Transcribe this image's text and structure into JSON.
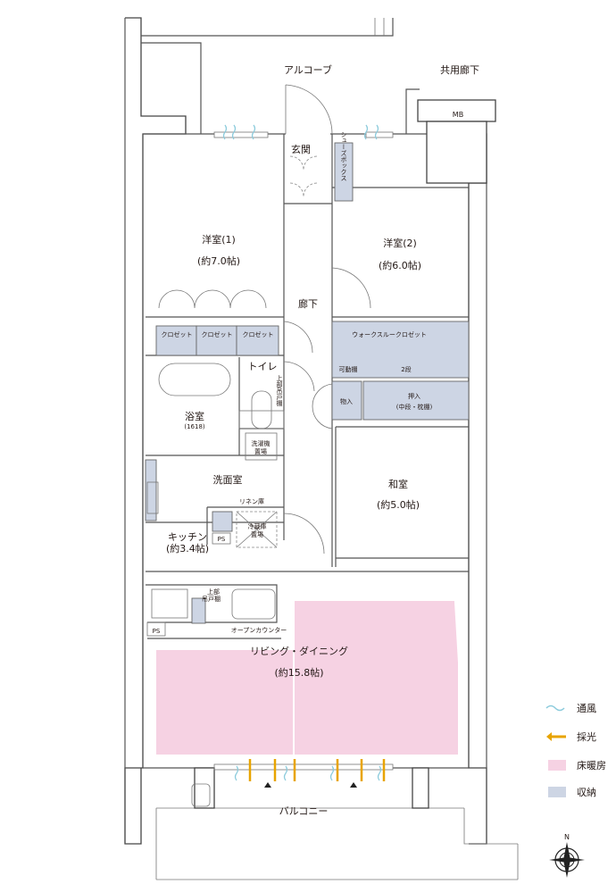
{
  "colors": {
    "storage": "#cdd5e4",
    "floor_heating": "#f6d2e3",
    "light": "#e8a400",
    "wind": "#8ccbdc"
  },
  "areas": {
    "alcove": "アルコーブ",
    "common_corridor": "共用廊下",
    "mb": "MB",
    "entrance": "玄関",
    "shoe_box": "シューズボックス",
    "western1": {
      "name": "洋室(1)",
      "size": "(約7.0帖)"
    },
    "western2": {
      "name": "洋室(2)",
      "size": "(約6.0帖)"
    },
    "hallway": "廊下",
    "closets": [
      "クロゼット",
      "クロゼット",
      "クロゼット"
    ],
    "walk_through": {
      "name": "ウォークスルークロゼット",
      "shelf": "可動棚",
      "tier": "2段"
    },
    "storage": "物入",
    "oshiire": {
      "name": "押入",
      "detail": "(中段・枕棚)"
    },
    "toilet": "トイレ",
    "upper_cabinet": "上部吊戸棚",
    "bath": {
      "name": "浴室",
      "size": "(1618)"
    },
    "washer": [
      "洗濯機",
      "置場"
    ],
    "japanese": {
      "name": "和室",
      "size": "(約5.0帖)"
    },
    "washroom": "洗面室",
    "linen": "リネン庫",
    "ps1": "PS",
    "fridge": [
      "冷蔵庫",
      "置場"
    ],
    "kitchen": {
      "name": "キッチン",
      "size": "(約3.4帖)"
    },
    "kitchen_cabinet": [
      "上部",
      "吊戸棚"
    ],
    "ps2": "PS",
    "open_counter": "オープンカウンター",
    "ldk": {
      "name": "リビング・ダイニング",
      "size": "(約15.8帖)"
    },
    "balcony": "バルコニー"
  },
  "legend": [
    {
      "icon": "wind-icon",
      "label": "通風"
    },
    {
      "icon": "light-arrow-icon",
      "label": "採光"
    },
    {
      "icon": "floor-heating-swatch",
      "label": "床暖房"
    },
    {
      "icon": "storage-swatch",
      "label": "収納"
    }
  ],
  "compass": "N"
}
